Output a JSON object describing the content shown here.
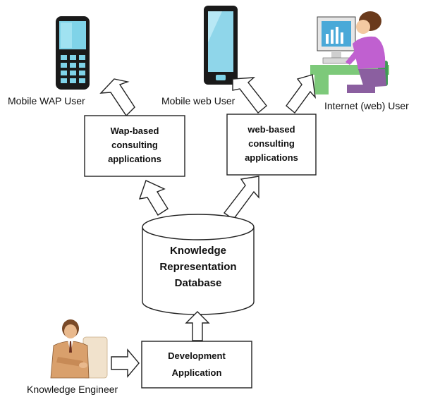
{
  "nodes": {
    "wap_app": {
      "lines": [
        "Wap-based",
        "consulting",
        "applications"
      ]
    },
    "web_app": {
      "lines": [
        "web-based",
        "consulting",
        "applications"
      ]
    },
    "database": {
      "lines": [
        "Knowledge",
        "Representation",
        "Database"
      ]
    },
    "dev_app": {
      "lines": [
        "Development",
        "Application"
      ]
    }
  },
  "users": {
    "mobile_wap": "Mobile WAP User",
    "mobile_web": "Mobile web User",
    "internet_web": "Internet (web) User",
    "knowledge_engineer": "Knowledge Engineer"
  },
  "icons": {
    "mobile_wap": "feature-phone-icon",
    "mobile_web": "smartphone-icon",
    "internet_web": "desktop-user-icon",
    "knowledge_engineer": "engineer-icon"
  },
  "colors": {
    "phone_body": "#1a1a1a",
    "screen_cyan": "#7fd3e8",
    "desk_green": "#7dc97a",
    "shirt_magenta": "#c060d0",
    "hair_brown": "#6a3a1c",
    "suit_tan": "#d9a06c"
  }
}
